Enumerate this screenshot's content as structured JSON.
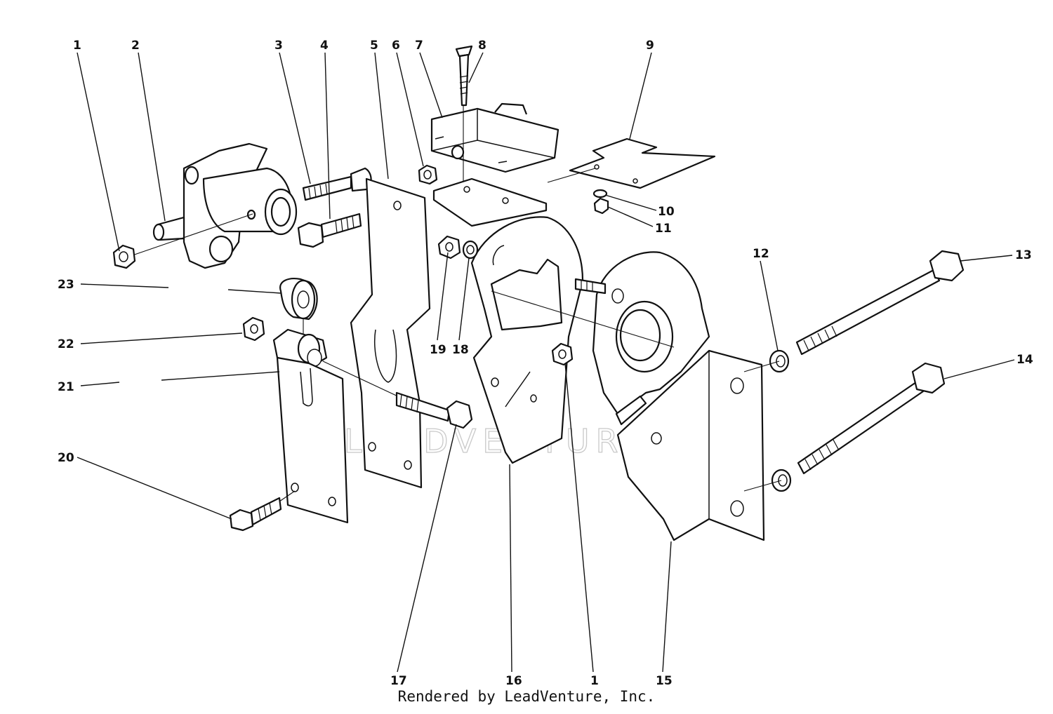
{
  "diagram": {
    "callouts": [
      "1",
      "2",
      "3",
      "4",
      "5",
      "6",
      "7",
      "8",
      "9",
      "10",
      "11",
      "12",
      "13",
      "14",
      "15",
      "16",
      "1",
      "17",
      "18",
      "19",
      "20",
      "21",
      "22",
      "23"
    ]
  },
  "watermark": "LEADVENTURE",
  "footer": {
    "credit": "Rendered by LeadVenture, Inc."
  },
  "colors": {
    "ink": "#111111",
    "paper": "#ffffff",
    "watermark": "#c9c9c9"
  }
}
